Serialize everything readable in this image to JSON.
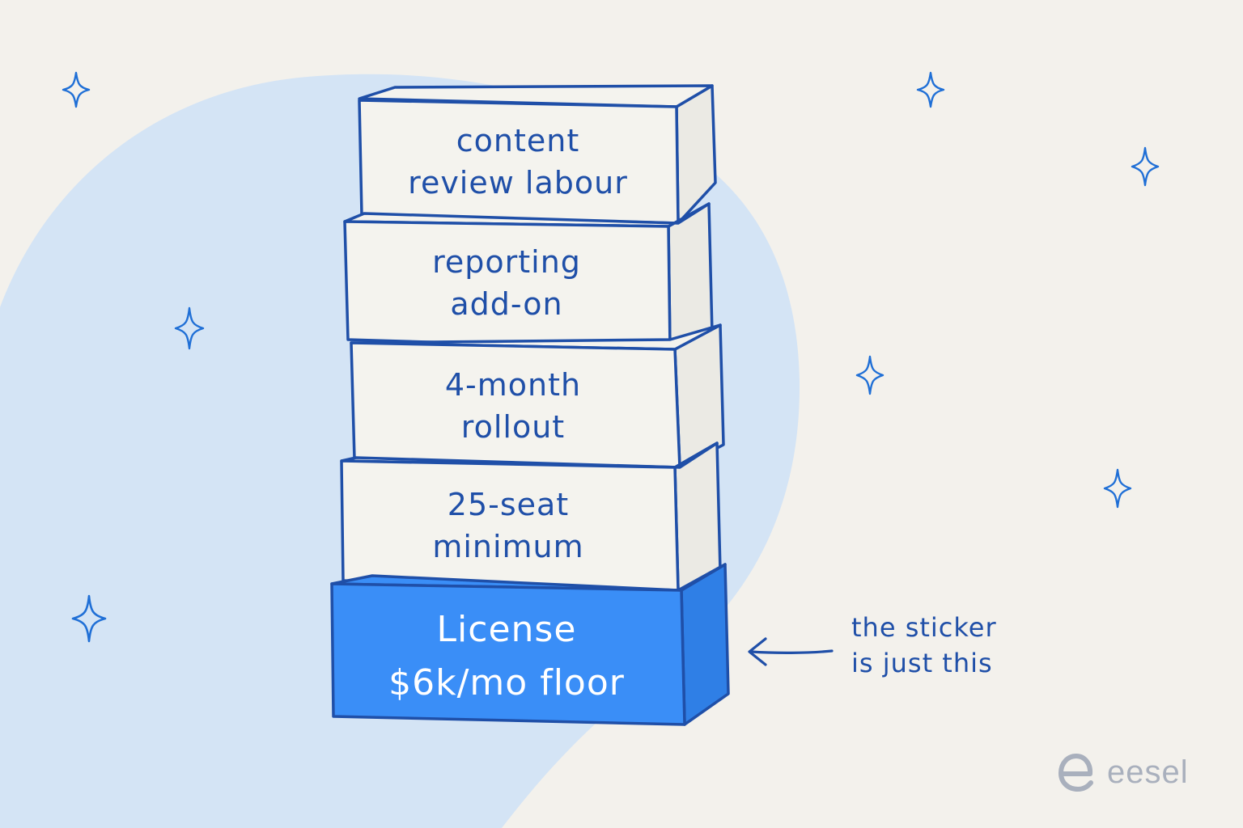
{
  "colors": {
    "background": "#f3f1ec",
    "blob": "#d4e4f5",
    "ink": "#1f4fa8",
    "brick_fill": "#f4f3ee",
    "primary_fill": "#3a8ef7",
    "logo": "#a9b0bd"
  },
  "bricks": [
    {
      "lines": [
        "content",
        "review labour"
      ],
      "highlight": false
    },
    {
      "lines": [
        "reporting",
        "add-on"
      ],
      "highlight": false
    },
    {
      "lines": [
        "4-month",
        "rollout"
      ],
      "highlight": false
    },
    {
      "lines": [
        "25-seat",
        "minimum"
      ],
      "highlight": false
    },
    {
      "lines": [
        "License",
        "$6k/mo floor"
      ],
      "highlight": true
    }
  ],
  "callout": {
    "lines": [
      "the sticker",
      "is just this"
    ],
    "icon": "arrow-left-icon"
  },
  "logo": {
    "text": "eesel",
    "icon": "eesel-e-icon"
  },
  "decorations": {
    "icon": "sparkle-icon"
  }
}
